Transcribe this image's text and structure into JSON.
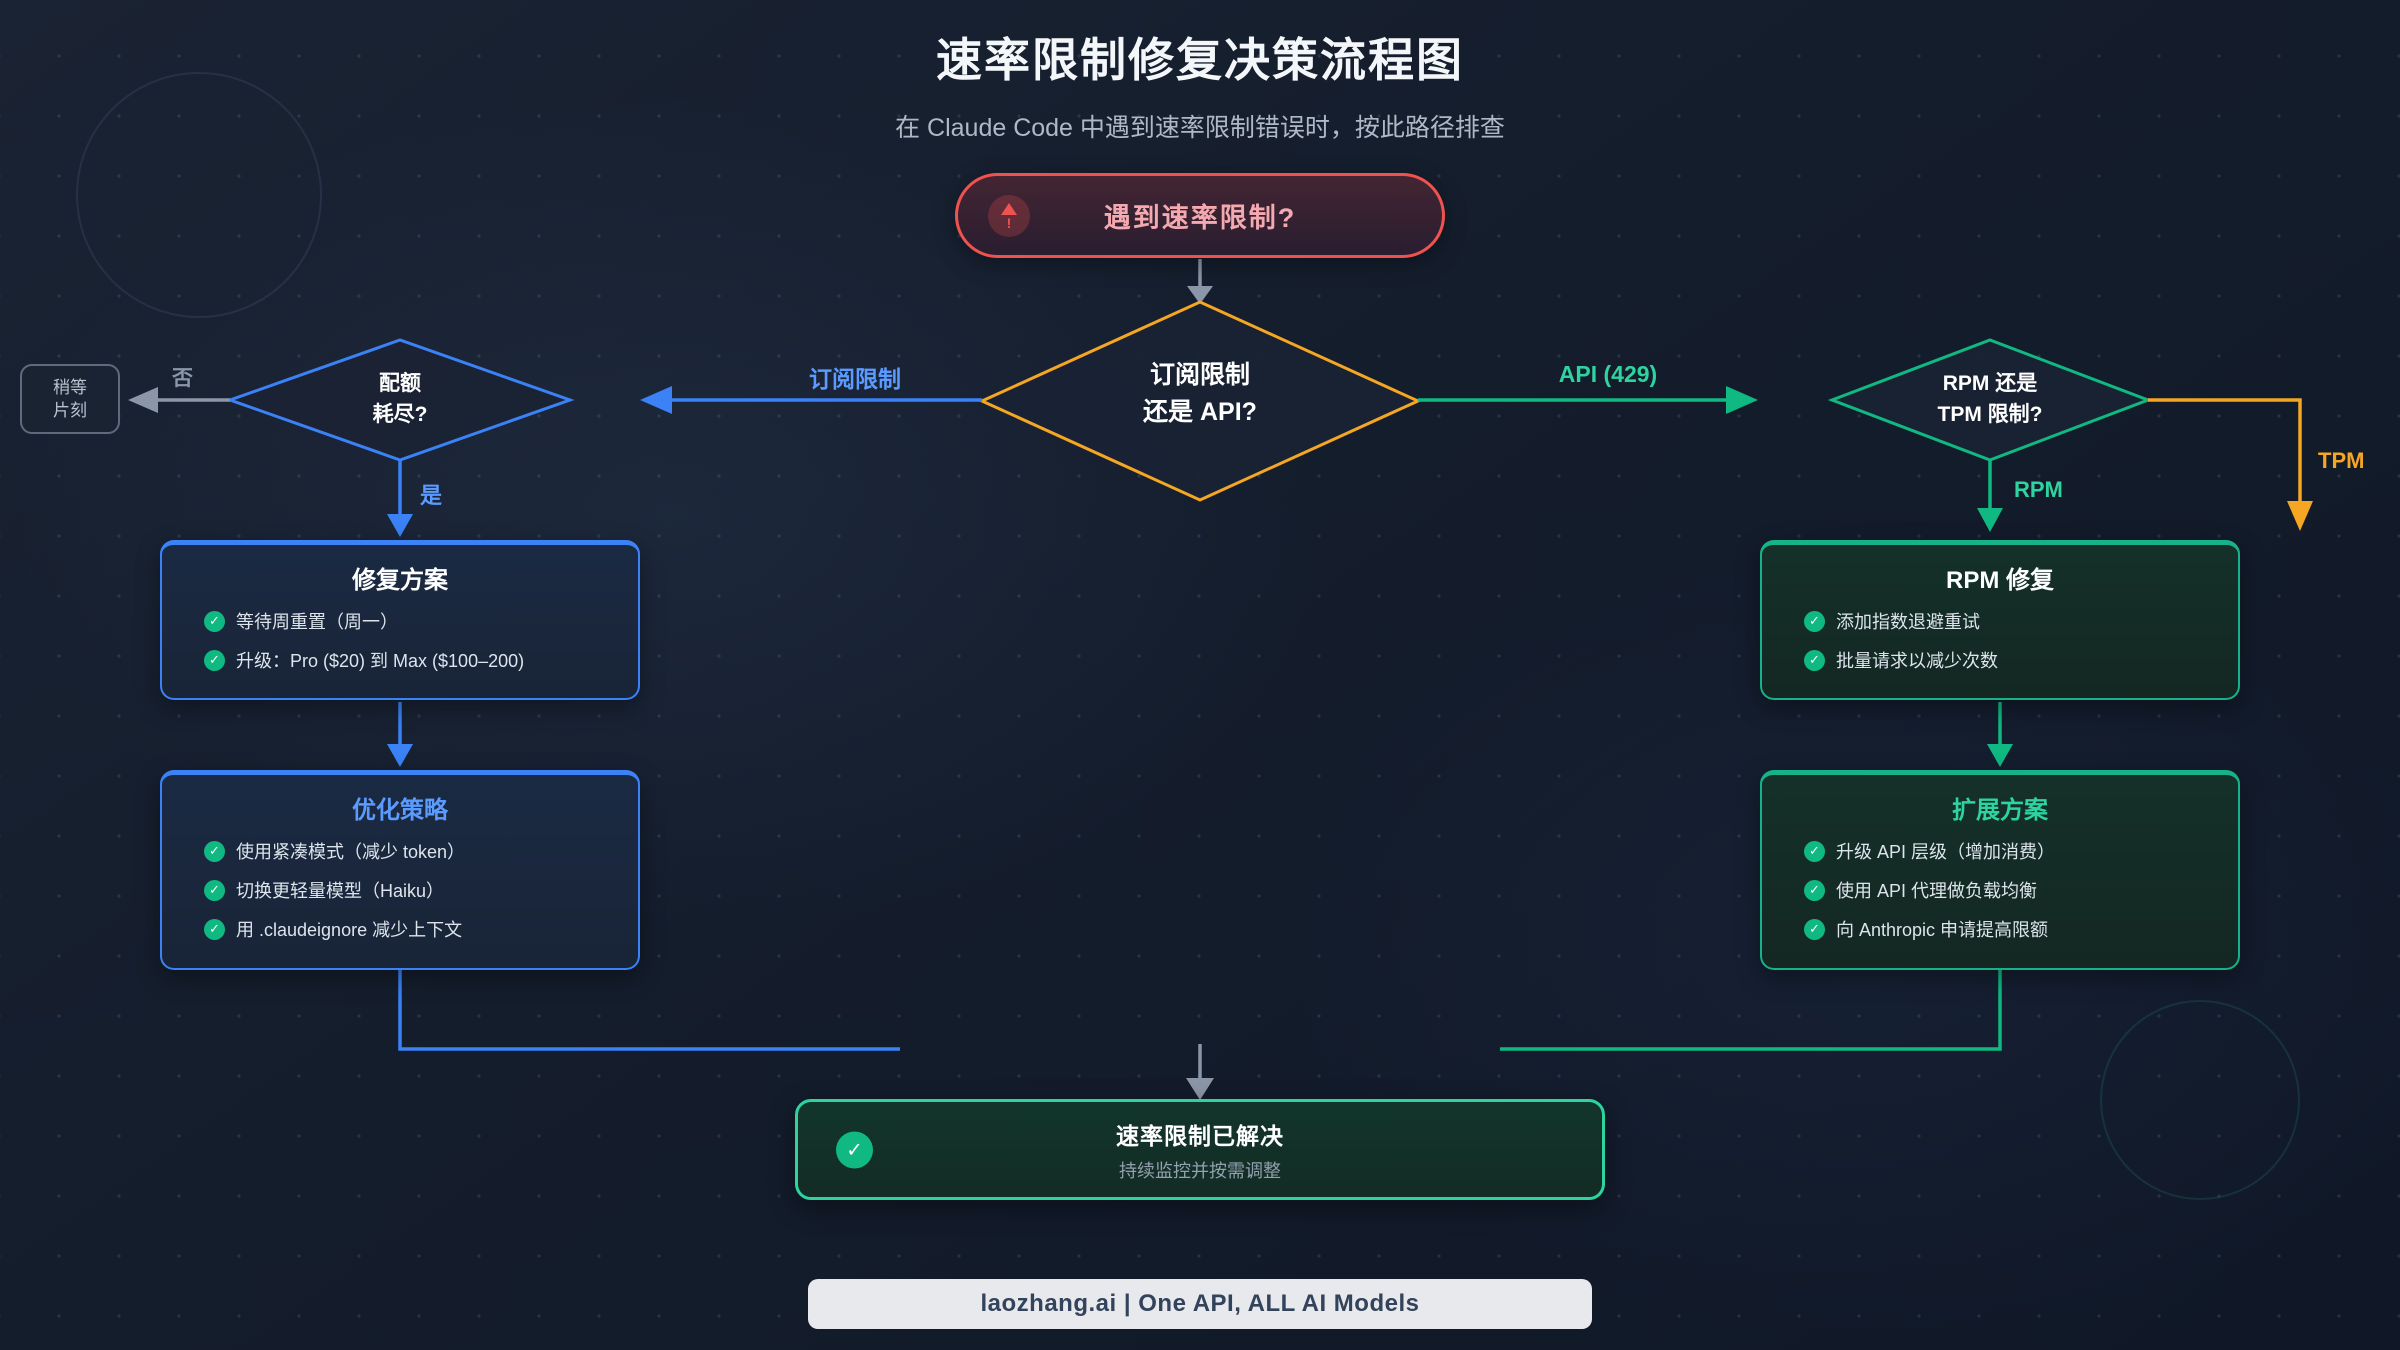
{
  "theme": {
    "bg": "#131b2a",
    "accent_red": "#ef5350",
    "accent_orange": "#f5a623",
    "accent_blue": "#3b82f6",
    "accent_blue_text": "#5b9bff",
    "accent_green": "#10b981",
    "accent_green_text": "#2dd4a0",
    "gray_line": "#8b97a8",
    "text_primary": "#f4f7fa",
    "text_muted": "#aeb9c6"
  },
  "header": {
    "title": "速率限制修复决策流程图",
    "subtitle": "在 Claude Code 中遇到速率限制错误时，按此路径排查"
  },
  "flow": {
    "start": {
      "label": "遇到速率限制?",
      "icon": "warning-up-icon"
    },
    "decision_main": {
      "line1": "订阅限制",
      "line2": "还是 API?"
    },
    "decision_quota": {
      "line1": "配额",
      "line2": "耗尽?"
    },
    "decision_api": {
      "line1": "RPM 还是",
      "line2": "TPM 限制?"
    },
    "wait_node": {
      "line1": "稍等",
      "line2": "片刻"
    },
    "edges": {
      "subscription": "订阅限制",
      "api429": "API (429)",
      "yes": "是",
      "no": "否",
      "rpm": "RPM",
      "tpm": "TPM"
    },
    "fix_box": {
      "title": "修复方案",
      "items": [
        "等待周重置（周一）",
        "升级：Pro ($20) 到 Max ($100–200)"
      ]
    },
    "optimize_box": {
      "title": "优化策略",
      "items": [
        "使用紧凑模式（减少 token）",
        "切换更轻量模型（Haiku）",
        "用 .claudeignore 减少上下文"
      ]
    },
    "rpm_box": {
      "title": "RPM 修复",
      "items": [
        "添加指数退避重试",
        "批量请求以减少次数"
      ]
    },
    "scale_box": {
      "title": "扩展方案",
      "items": [
        "升级 API 层级（增加消费）",
        "使用 API 代理做负载均衡",
        "向 Anthropic 申请提高限额"
      ]
    },
    "result": {
      "title": "速率限制已解决",
      "subtitle": "持续监控并按需调整"
    }
  },
  "footer": {
    "badge": "laozhang.ai | One API, ALL AI Models"
  }
}
